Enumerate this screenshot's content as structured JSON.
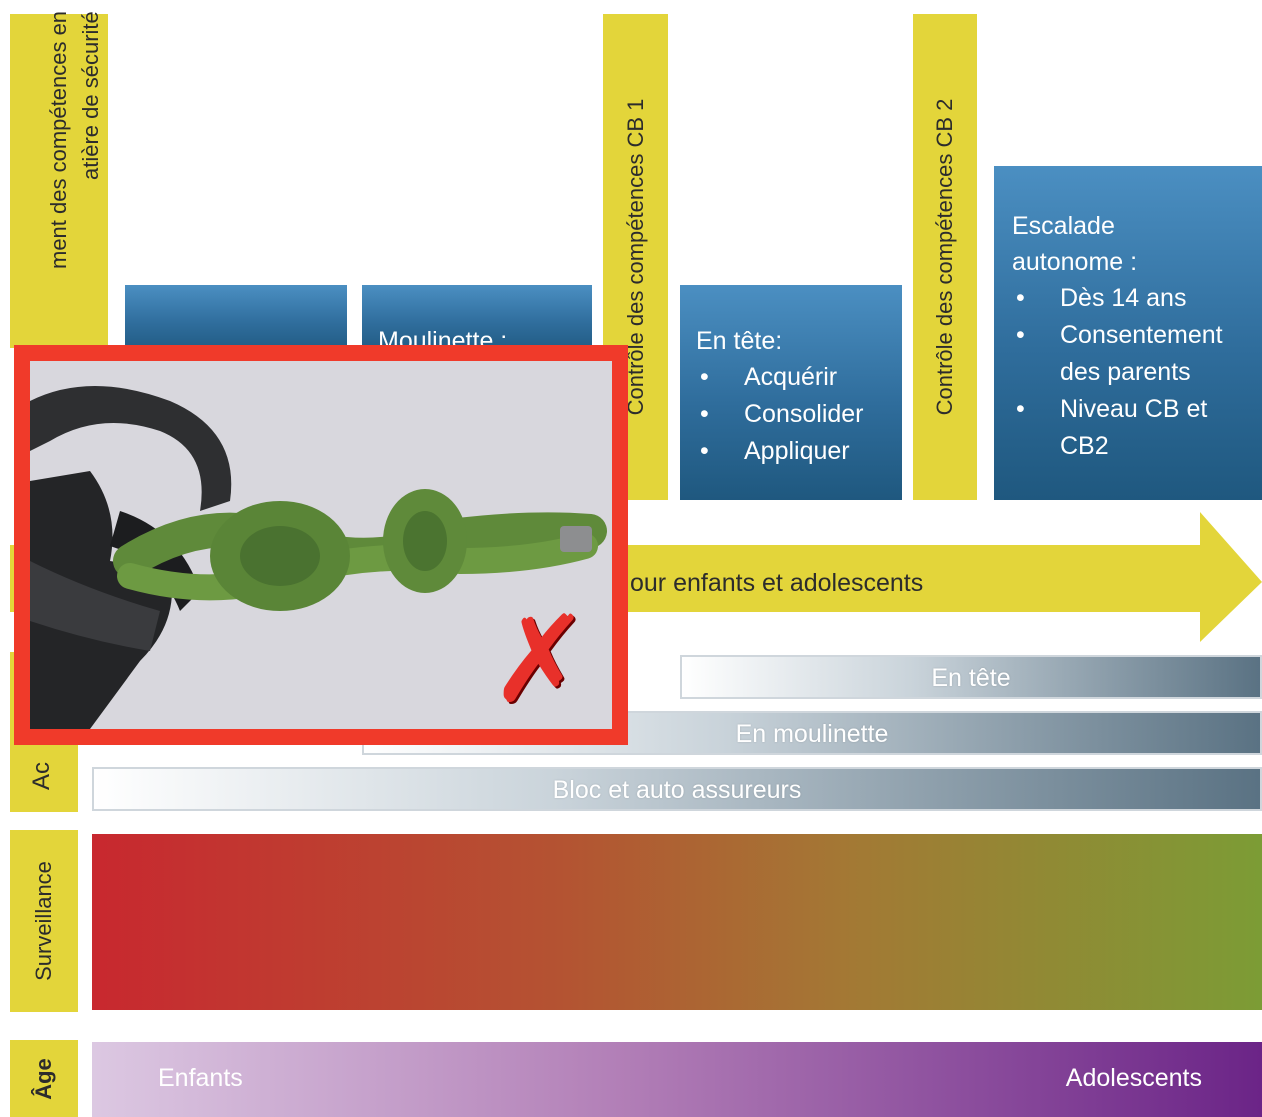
{
  "columns": {
    "col1_line1": "ment des compétences en",
    "col1_line2": "atière de sécurité",
    "cb1": "Contrôle des compétences CB 1",
    "cb2": "Contrôle des compétences CB 2"
  },
  "boxes": {
    "moulinette_title": "Moulinette :",
    "en_tete_title": "En tête:",
    "en_tete_items": [
      "Acquérir",
      "Consolider",
      "Appliquer"
    ],
    "escalade_title_1": "Escalade",
    "escalade_title_2": "autonome :",
    "escalade_items": [
      "Dès 14 ans",
      "Consentement des parents",
      "Niveau CB et CB2"
    ]
  },
  "arrow": {
    "label": "our enfants et adolescents"
  },
  "activities": {
    "row_label": "Ac",
    "en_tete": "En tête",
    "en_moulinette": "En moulinette",
    "bloc": "Bloc et auto assureurs"
  },
  "surveillance": {
    "label": "Surveillance"
  },
  "age": {
    "label": "Âge",
    "left": "Enfants",
    "right": "Adolescents"
  },
  "overlay": {
    "mark": "✗"
  },
  "colors": {
    "yellow": "#e3d53a",
    "blue": "#2f6d9c",
    "overlay_border": "#f03a2a",
    "rope_green": "#5f8a3a"
  }
}
